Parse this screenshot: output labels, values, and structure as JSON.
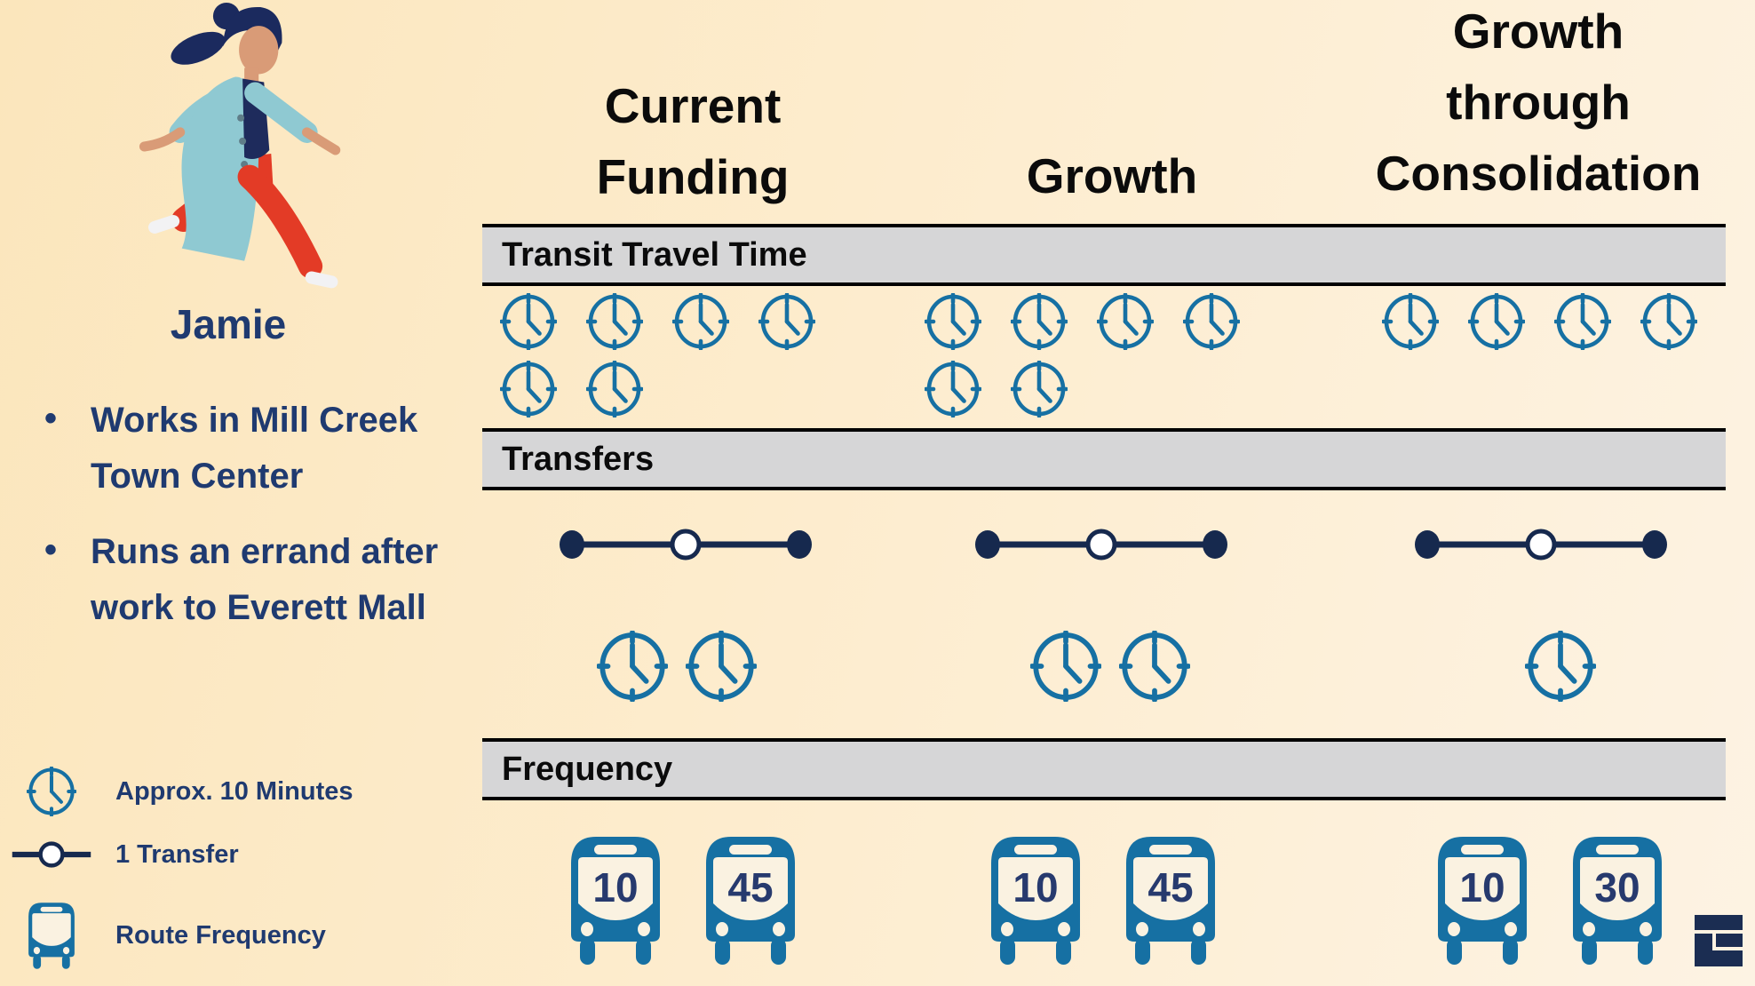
{
  "persona": {
    "name": "Jamie",
    "bullets": [
      "Works in Mill Creek Town Center",
      "Runs an errand after work to Everett Mall"
    ]
  },
  "sections": {
    "travel_time": "Transit Travel Time",
    "transfers": "Transfers",
    "frequency": "Frequency"
  },
  "scenarios": [
    {
      "name": "Current Funding",
      "header_label": "Current\nFunding",
      "travel_time_clocks": 6,
      "transfer_count": 1,
      "wait_clocks": 2,
      "bus_frequencies": [
        "10",
        "45"
      ]
    },
    {
      "name": "Growth",
      "header_label": "Growth",
      "travel_time_clocks": 6,
      "transfer_count": 1,
      "wait_clocks": 2,
      "bus_frequencies": [
        "10",
        "45"
      ]
    },
    {
      "name": "Growth through Consolidation",
      "header_label": "Growth\nthrough\nConsolidation",
      "travel_time_clocks": 4,
      "transfer_count": 1,
      "wait_clocks": 1,
      "bus_frequencies": [
        "10",
        "30"
      ]
    }
  ],
  "legend": [
    {
      "icon": "clock-icon",
      "label": "Approx. 10 Minutes"
    },
    {
      "icon": "transfer-icon",
      "label": "1 Transfer"
    },
    {
      "icon": "bus-icon",
      "label": "Route Frequency"
    }
  ],
  "colors": {
    "icon_teal": "#1670a3",
    "navy_dark": "#16294e",
    "text_navy": "#1f3a70",
    "bus_number_navy": "#273a6e",
    "bar_gray": "#d6d6d7",
    "window_cream": "#faf2e1"
  }
}
